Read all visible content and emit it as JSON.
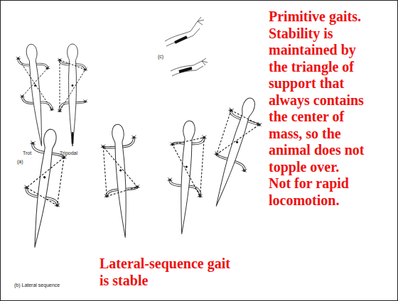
{
  "diagram": {
    "labels": [
      "Trot",
      "Tripodal",
      "(a)",
      "(c)",
      "(b) Lateral sequence",
      "Primitive gaits. Stability is maintained by the triangle of support that always contains the center of mass, so the animal does not topple over.",
      "Not for rapid locomotion.",
      "Lateral-sequence gait is stable"
    ]
  }
}
